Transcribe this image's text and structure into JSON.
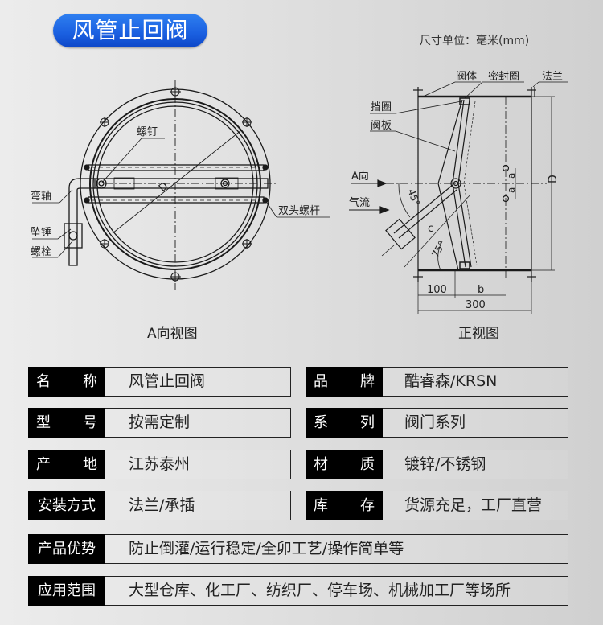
{
  "header": {
    "title": "风管止回阀",
    "title_color": "#1a5fe0",
    "unit_note": "尺寸单位：毫米(mm)"
  },
  "drawings": {
    "a_view": {
      "caption": "A向视图",
      "callouts": {
        "screw": "螺钉",
        "bent_shaft": "弯轴",
        "counterweight": "坠锤",
        "bolt": "螺栓",
        "stud": "双头螺杆",
        "diameter": "D"
      }
    },
    "front_view": {
      "caption": "正视图",
      "callouts": {
        "body": "阀体",
        "seal": "密封圈",
        "flange": "法兰",
        "retainer": "挡圈",
        "blade": "阀板",
        "a_direction": "A向",
        "airflow": "气流",
        "angle_45": "45°",
        "angle_75": "75°",
        "dim_c": "c",
        "dim_a1": "a",
        "dim_a2": "a",
        "dim_D": "D",
        "dim_100": "100",
        "dim_b": "b",
        "dim_300": "300"
      }
    }
  },
  "specs": {
    "left": [
      {
        "label_a": "名",
        "label_b": "称",
        "value": "风管止回阀"
      },
      {
        "label_a": "型",
        "label_b": "号",
        "value": "按需定制"
      },
      {
        "label_a": "产",
        "label_b": "地",
        "value": "江苏泰州"
      },
      {
        "label": "安装方式",
        "value": "法兰/承插"
      }
    ],
    "right": [
      {
        "label_a": "品",
        "label_b": "牌",
        "value": "酷睿森/KRSN"
      },
      {
        "label_a": "系",
        "label_b": "列",
        "value": "阀门系列"
      },
      {
        "label_a": "材",
        "label_b": "质",
        "value": "镀锌/不锈钢"
      },
      {
        "label_a": "库",
        "label_b": "存",
        "value": "货源充足，工厂直营"
      }
    ],
    "wide": [
      {
        "label": "产品优势",
        "value": "防止倒灌/运行稳定/全卯工艺/操作简单等"
      },
      {
        "label": "应用范围",
        "value": "大型仓库、化工厂、纺织厂、停车场、机械加工厂等场所"
      }
    ]
  }
}
